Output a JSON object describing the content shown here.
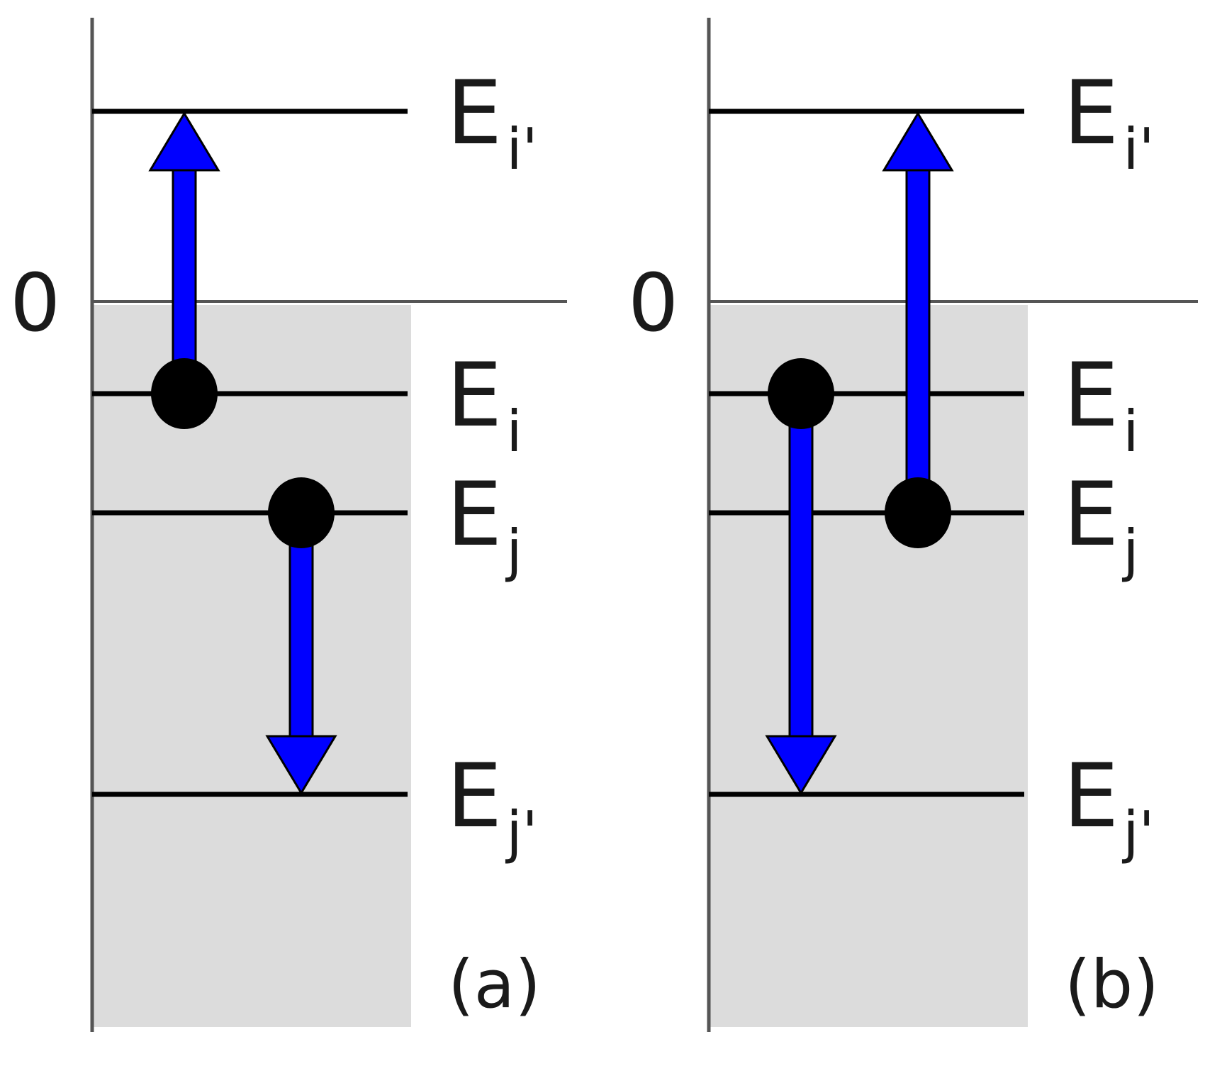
{
  "colors": {
    "shading": "#dcdcdc",
    "line": "#000000",
    "axis": "#555555",
    "arrow": "#0000ff",
    "electron": "#000000"
  },
  "panels": [
    {
      "label": "(a)",
      "zero_label": "0",
      "levels": [
        {
          "symbol": "E",
          "subscript": "i'"
        },
        {
          "symbol": "E",
          "subscript": "i"
        },
        {
          "symbol": "E",
          "subscript": "j"
        },
        {
          "symbol": "E",
          "subscript": "j'"
        }
      ],
      "transitions": [
        {
          "from": "E_i",
          "to": "E_i'",
          "direction": "up"
        },
        {
          "from": "E_j",
          "to": "E_j'",
          "direction": "down"
        }
      ]
    },
    {
      "label": "(b)",
      "zero_label": "0",
      "levels": [
        {
          "symbol": "E",
          "subscript": "i'"
        },
        {
          "symbol": "E",
          "subscript": "i"
        },
        {
          "symbol": "E",
          "subscript": "j"
        },
        {
          "symbol": "E",
          "subscript": "j'"
        }
      ],
      "transitions": [
        {
          "from": "E_j",
          "to": "E_i'",
          "direction": "up"
        },
        {
          "from": "E_i",
          "to": "E_j'",
          "direction": "down"
        }
      ]
    }
  ]
}
